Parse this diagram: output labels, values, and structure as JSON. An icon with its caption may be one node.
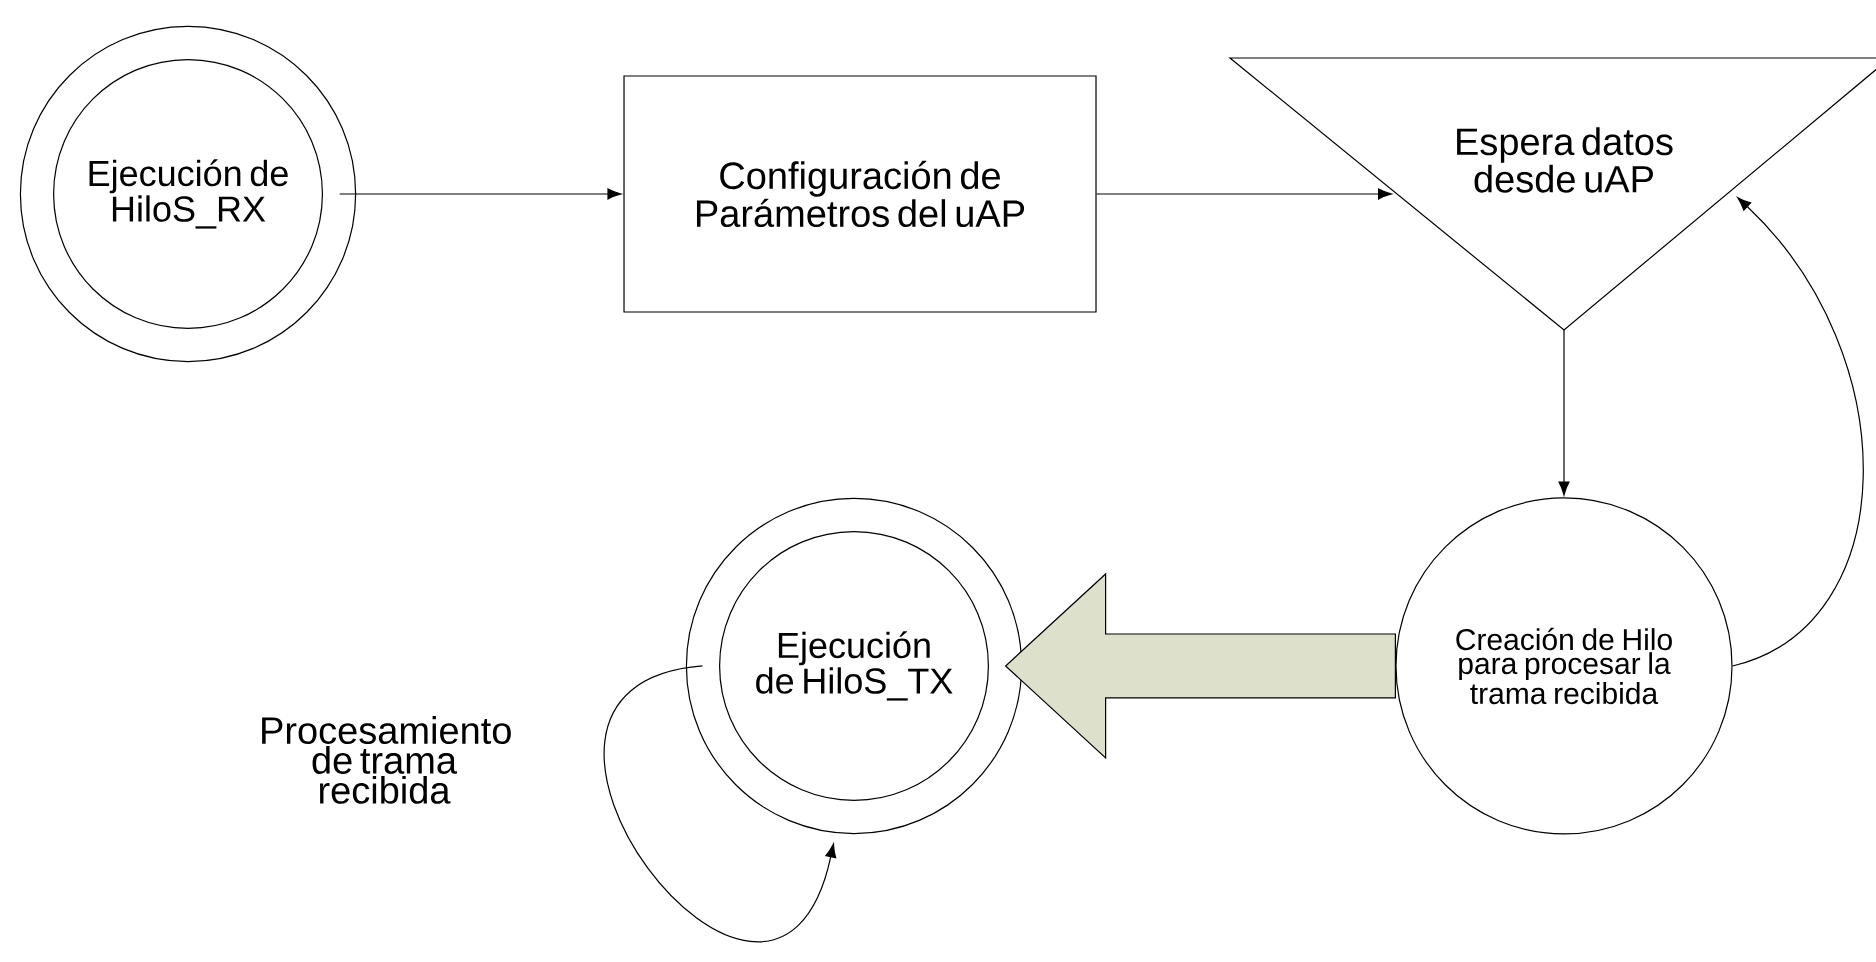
{
  "diagram": {
    "nodes": [
      {
        "text": [
          "Ejecución de HiloS_RX"
        ]
      },
      {
        "text": [
          "Configuración de Parámetros del uAP"
        ]
      },
      {
        "text": [
          "Espera datos desde uAP"
        ]
      },
      {
        "text": [
          "Creación de Hilo para procesar la trama recibida"
        ]
      },
      {
        "text": [
          "Ejecución de HiloS_TX"
        ]
      }
    ],
    "edges": [
      {
        "from": 0,
        "to": 1,
        "arrow": "to"
      },
      {
        "from": 1,
        "to": 2,
        "arrow": "to"
      },
      {
        "from": 2,
        "to": 3,
        "arrow": "to"
      },
      {
        "from": 3,
        "to": 2,
        "arrow": "to"
      },
      {
        "from": 3,
        "to": 4,
        "arrow": "to",
        "style": "thick",
        "color": "#dde0cb"
      },
      {
        "from": 4,
        "to": 4,
        "arrow": "to",
        "label": "Procesamiento de trama recibida"
      }
    ]
  }
}
